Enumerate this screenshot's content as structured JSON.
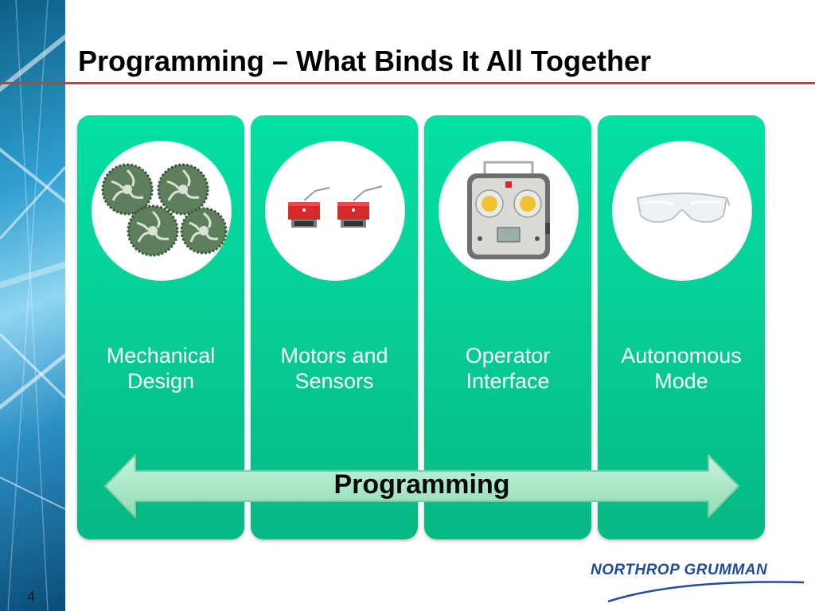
{
  "slide": {
    "title": "Programming – What Binds It All Together",
    "page_number": "4"
  },
  "cards": [
    {
      "line1": "Mechanical",
      "line2": "Design",
      "image": "saw-blades-image"
    },
    {
      "line1": "Motors and",
      "line2": "Sensors",
      "image": "motors-sensors-image"
    },
    {
      "line1": "Operator",
      "line2": "Interface",
      "image": "rc-controller-image"
    },
    {
      "line1": "Autonomous",
      "line2": "Mode",
      "image": "safety-glasses-image"
    }
  ],
  "arrow": {
    "label": "Programming"
  },
  "logo": {
    "text": "NORTHROP GRUMMAN"
  },
  "colors": {
    "card": "#04e0a4",
    "title_rule": "#d8323c",
    "logo": "#1f4d9a",
    "arrow": "#a8ecc8"
  }
}
